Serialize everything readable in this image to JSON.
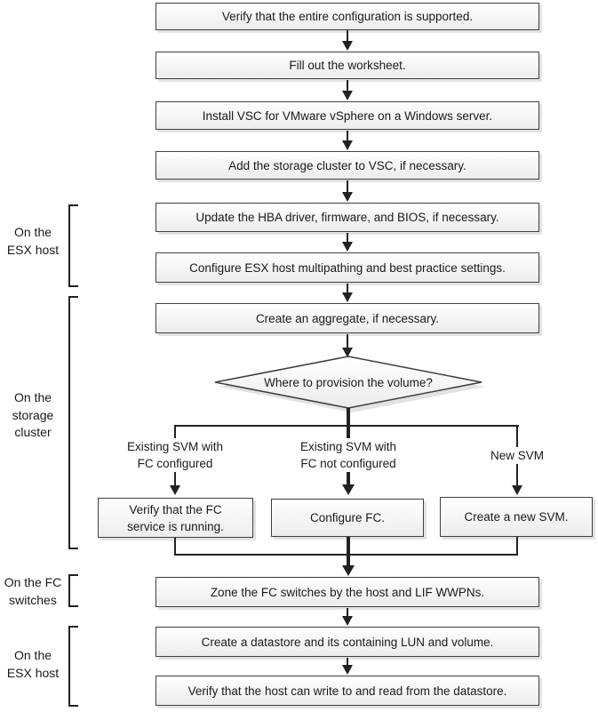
{
  "colors": {
    "box_border": "#404040",
    "box_fill_top": "#ffffff",
    "box_fill_bottom": "#ececec",
    "line": "#222222",
    "shadow": "#e2e2e2",
    "text": "#1a1a1a"
  },
  "side_labels": [
    {
      "lines": [
        "On the",
        "ESX host"
      ]
    },
    {
      "lines": [
        "On the",
        "storage",
        "cluster"
      ]
    },
    {
      "lines": [
        "On the FC",
        "switches"
      ]
    },
    {
      "lines": [
        "On the",
        "ESX host"
      ]
    }
  ],
  "steps": [
    "Verify that the entire configuration is supported.",
    "Fill out the worksheet.",
    "Install VSC for VMware vSphere on a Windows server.",
    "Add the storage cluster to VSC, if necessary.",
    "Update the HBA driver, firmware, and BIOS, if necessary.",
    "Configure ESX host multipathing and best practice settings.",
    "Create an aggregate, if necessary."
  ],
  "decision": "Where to provision the volume?",
  "branches": [
    {
      "label_lines": [
        "Existing SVM with",
        "FC configured"
      ],
      "box_lines": [
        "Verify that the FC",
        "service is running."
      ]
    },
    {
      "label_lines": [
        "Existing SVM with",
        "FC not configured"
      ],
      "box_lines": [
        "Configure FC."
      ]
    },
    {
      "label_lines": [
        "New SVM"
      ],
      "box_lines": [
        "Create a new SVM."
      ]
    }
  ],
  "final_steps": [
    "Zone the FC switches by the host and LIF WWPNs.",
    "Create a datastore and its containing LUN and volume.",
    "Verify that the host can write to and read from the datastore."
  ]
}
